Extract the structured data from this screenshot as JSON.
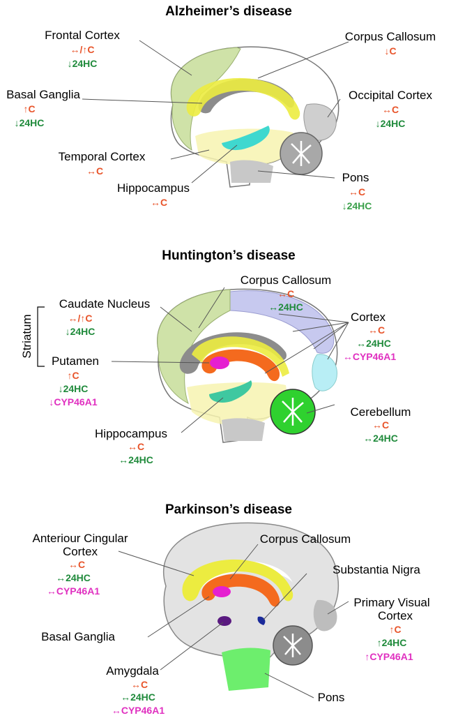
{
  "colors": {
    "cholesterol": "#e8542a",
    "hc24": "#1f8a3b",
    "cyp46a1": "#e030c0"
  },
  "panels": [
    {
      "title": "Alzheimer’s disease",
      "labels": [
        {
          "name": "Frontal Cortex",
          "c": "↔/↑C",
          "hc": "↓24HC"
        },
        {
          "name": "Corpus Callosum",
          "c": "↓C"
        },
        {
          "name": "Basal Ganglia",
          "c": "↑C",
          "hc": "↓24HC"
        },
        {
          "name": "Occipital Cortex",
          "c": "↔C",
          "hc": "↓24HC"
        },
        {
          "name": "Temporal Cortex",
          "c": "↔C"
        },
        {
          "name": "Hippocampus",
          "c": "↔C"
        },
        {
          "name": "Pons",
          "c": "↔C",
          "hc": "↓24HC"
        }
      ]
    },
    {
      "title": "Huntington’s disease",
      "group_label": "Striatum",
      "labels": [
        {
          "name": "Corpus Callosum",
          "c": "↔C",
          "hc": "↔24HC"
        },
        {
          "name": "Caudate Nucleus",
          "c": "↔/↑C",
          "hc": "↓24HC"
        },
        {
          "name": "Cortex",
          "c": "↔C",
          "hc": "↔24HC",
          "cyp": "↔CYP46A1"
        },
        {
          "name": "Putamen",
          "c": "↑C",
          "hc": "↓24HC",
          "cyp": "↓CYP46A1"
        },
        {
          "name": "Cerebellum",
          "c": "↔C",
          "hc": "↔24HC"
        },
        {
          "name": "Hippocampus",
          "c": "↔C",
          "hc": "↔24HC"
        }
      ]
    },
    {
      "title": "Parkinson’s disease",
      "labels": [
        {
          "name1": "Anteriour Cingular",
          "name2": "Cortex",
          "c": "↔C",
          "hc": "↔24HC",
          "cyp": "↔CYP46A1"
        },
        {
          "name": "Corpus Callosum"
        },
        {
          "name": "Substantia Nigra"
        },
        {
          "name1": "Primary Visual",
          "name2": "Cortex",
          "c": "↑C",
          "hc": "↑24HC",
          "cyp": "↑CYP46A1"
        },
        {
          "name": "Basal Ganglia"
        },
        {
          "name": "Amygdala",
          "c": "↔C",
          "hc": "↔24HC",
          "cyp": "↔CYP46A1"
        },
        {
          "name": "Pons"
        }
      ]
    }
  ]
}
